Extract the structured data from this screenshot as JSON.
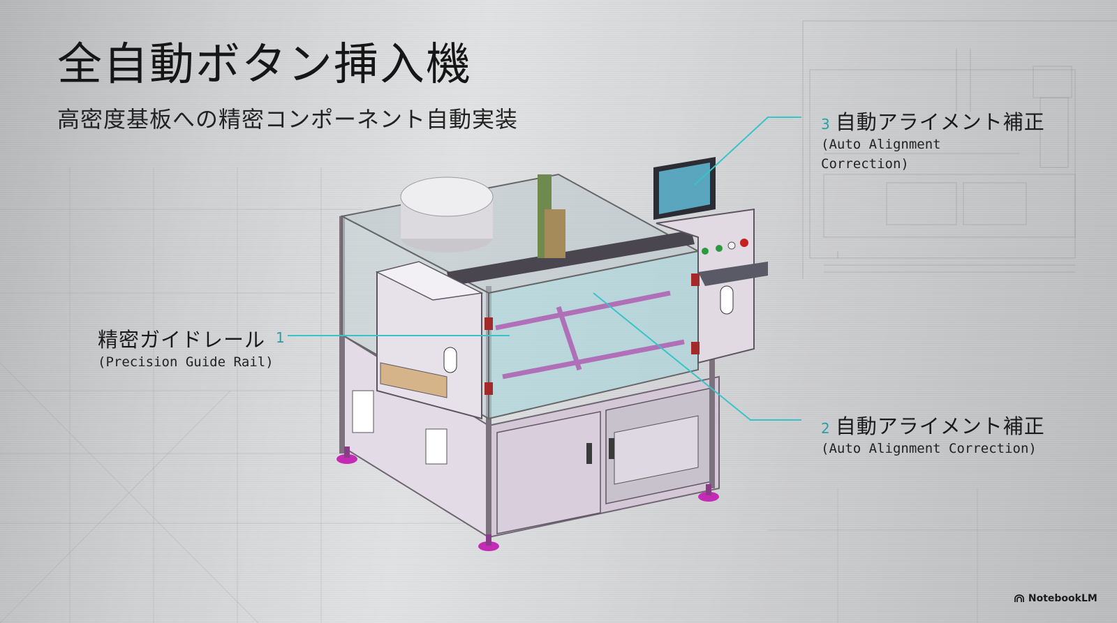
{
  "title": "全自動ボタン挿入機",
  "subtitle": "高密度基板への精密コンポーネント自動実装",
  "callouts": [
    {
      "number": "1",
      "label_ja": "精密ガイドレール",
      "label_en": "(Precision Guide Rail)"
    },
    {
      "number": "2",
      "label_ja": "自動アライメント補正",
      "label_en": "(Auto Alignment Correction)"
    },
    {
      "number": "3",
      "label_ja": "自動アライメント補正",
      "label_en": "(Auto Alignment\nCorrection)"
    }
  ],
  "brand": {
    "name": "NotebookLM",
    "icon": "notebooklm-logo-icon"
  },
  "colors": {
    "leader_line": "#39c3c8",
    "frame": "#c9bccb",
    "glass": "#a9d6dc",
    "foot": "#c42bb4",
    "accent_purple": "#b070b8"
  }
}
